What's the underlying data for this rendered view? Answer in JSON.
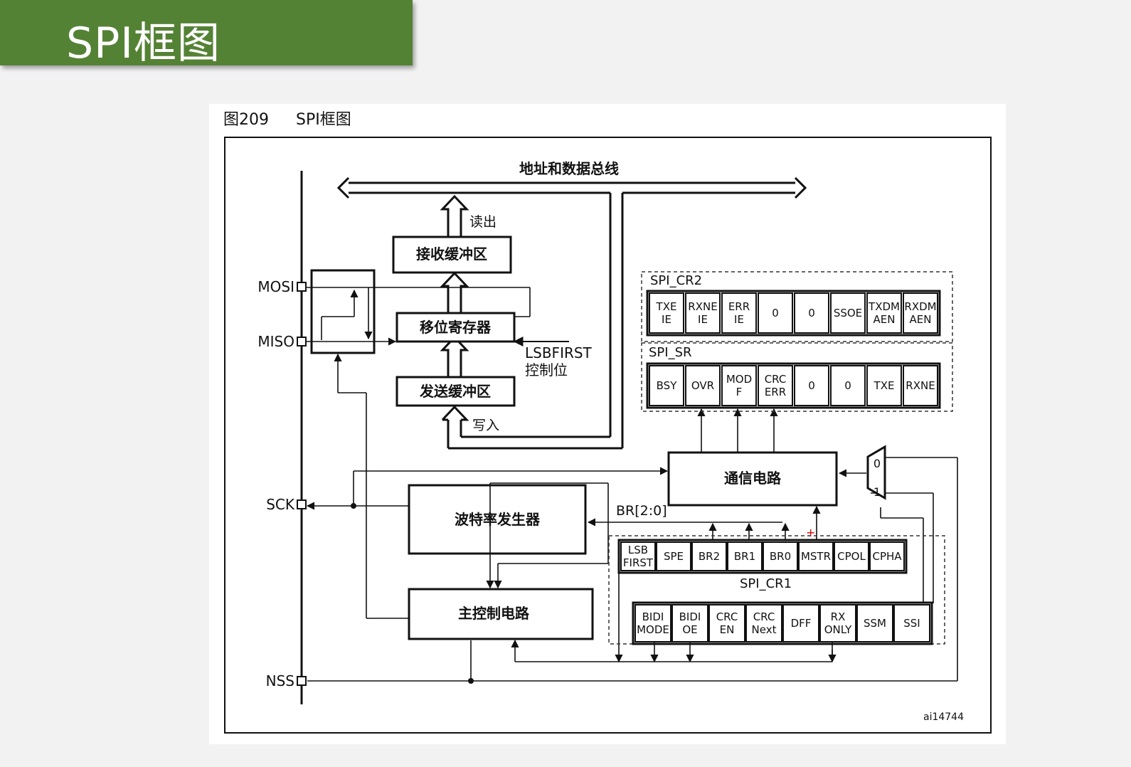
{
  "slide": {
    "title": "SPI框图"
  },
  "figure": {
    "caption_no": "图209",
    "caption_title": "SPI框图",
    "ref": "ai14744"
  },
  "bus": {
    "label": "地址和数据总线",
    "read": "读出",
    "write": "写入"
  },
  "blocks": {
    "rx_buffer": "接收缓冲区",
    "shift_reg": "移位寄存器",
    "tx_buffer": "发送缓冲区",
    "comm": "通信电路",
    "baud": "波特率发生器",
    "master": "主控制电路"
  },
  "pins": {
    "mosi": "MOSI",
    "miso": "MISO",
    "sck": "SCK",
    "nss": "NSS"
  },
  "lsbfirst": {
    "line1": "LSBFIRST",
    "line2": "控制位"
  },
  "br_label": "BR[2:0]",
  "mux": {
    "in0": "0",
    "in1": "1"
  },
  "registers": {
    "cr2": {
      "name": "SPI_CR2",
      "bits": [
        [
          "TXE",
          "IE"
        ],
        [
          "RXNE",
          "IE"
        ],
        [
          "ERR",
          "IE"
        ],
        [
          "0"
        ],
        [
          "0"
        ],
        [
          "SSOE"
        ],
        [
          "TXDM",
          "AEN"
        ],
        [
          "RXDM",
          "AEN"
        ]
      ]
    },
    "sr": {
      "name": "SPI_SR",
      "bits": [
        [
          "BSY"
        ],
        [
          "OVR"
        ],
        [
          "MOD",
          "F"
        ],
        [
          "CRC",
          "ERR"
        ],
        [
          "0"
        ],
        [
          "0"
        ],
        [
          "TXE"
        ],
        [
          "RXNE"
        ]
      ]
    },
    "cr1": {
      "name": "SPI_CR1",
      "bits_hi": [
        [
          "LSB",
          "FIRST"
        ],
        [
          "SPE"
        ],
        [
          "BR2"
        ],
        [
          "BR1"
        ],
        [
          "BR0"
        ],
        [
          "MSTR"
        ],
        [
          "CPOL"
        ],
        [
          "CPHA"
        ]
      ],
      "bits_lo": [
        [
          "BIDI",
          "MODE"
        ],
        [
          "BIDI",
          "OE"
        ],
        [
          "CRC",
          "EN"
        ],
        [
          "CRC",
          "Next"
        ],
        [
          "DFF"
        ],
        [
          "RX",
          "ONLY"
        ],
        [
          "SSM"
        ],
        [
          "SSI"
        ]
      ]
    }
  }
}
